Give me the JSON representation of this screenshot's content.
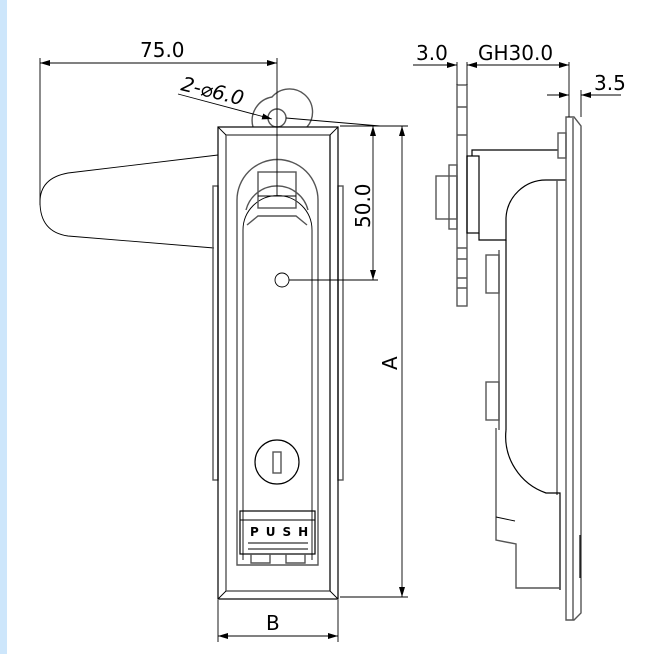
{
  "drawing": {
    "dimensions": {
      "handle_length": "75.0",
      "holes": "2-⌀6.0",
      "hole_spacing": "50.0",
      "height": "A",
      "width": "B",
      "panel_thickness": "3.0",
      "grip_range": "GH30.0",
      "flange_thickness": "3.5"
    },
    "push_label": "PUSH",
    "colors": {
      "line": "#000000",
      "strip": "#cde6fb"
    }
  }
}
